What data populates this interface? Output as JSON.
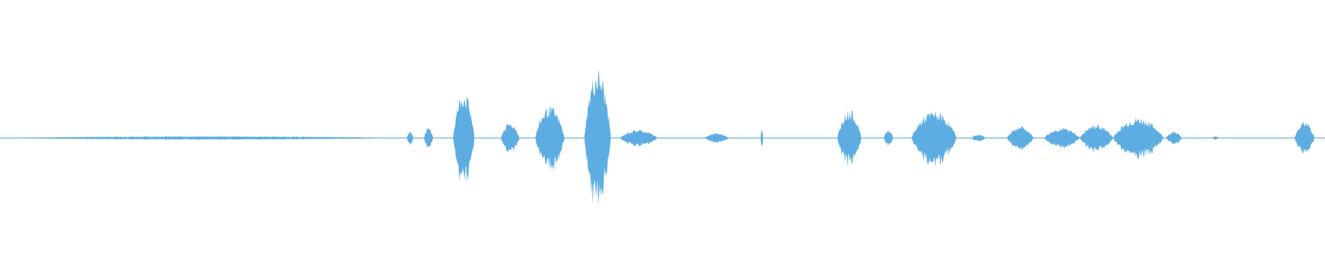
{
  "waveform": {
    "color": "#5dade2",
    "background": "#ffffff",
    "duration_segments": [
      {
        "start": 0.0,
        "end": 0.305,
        "amp": 0.01
      },
      {
        "start": 0.307,
        "end": 0.312,
        "amp": 0.04
      },
      {
        "start": 0.32,
        "end": 0.327,
        "amp": 0.06
      },
      {
        "start": 0.342,
        "end": 0.358,
        "amp": 0.28
      },
      {
        "start": 0.378,
        "end": 0.392,
        "amp": 0.09
      },
      {
        "start": 0.404,
        "end": 0.426,
        "amp": 0.19
      },
      {
        "start": 0.441,
        "end": 0.461,
        "amp": 0.41
      },
      {
        "start": 0.468,
        "end": 0.496,
        "amp": 0.05
      },
      {
        "start": 0.532,
        "end": 0.55,
        "amp": 0.03
      },
      {
        "start": 0.574,
        "end": 0.576,
        "amp": 0.05
      },
      {
        "start": 0.632,
        "end": 0.65,
        "amp": 0.17
      },
      {
        "start": 0.667,
        "end": 0.674,
        "amp": 0.05
      },
      {
        "start": 0.688,
        "end": 0.722,
        "amp": 0.16
      },
      {
        "start": 0.733,
        "end": 0.744,
        "amp": 0.02
      },
      {
        "start": 0.76,
        "end": 0.78,
        "amp": 0.07
      },
      {
        "start": 0.788,
        "end": 0.815,
        "amp": 0.06
      },
      {
        "start": 0.815,
        "end": 0.84,
        "amp": 0.08
      },
      {
        "start": 0.84,
        "end": 0.878,
        "amp": 0.12
      },
      {
        "start": 0.88,
        "end": 0.892,
        "amp": 0.04
      },
      {
        "start": 0.915,
        "end": 0.92,
        "amp": 0.01
      },
      {
        "start": 0.977,
        "end": 0.992,
        "amp": 0.1
      }
    ]
  }
}
